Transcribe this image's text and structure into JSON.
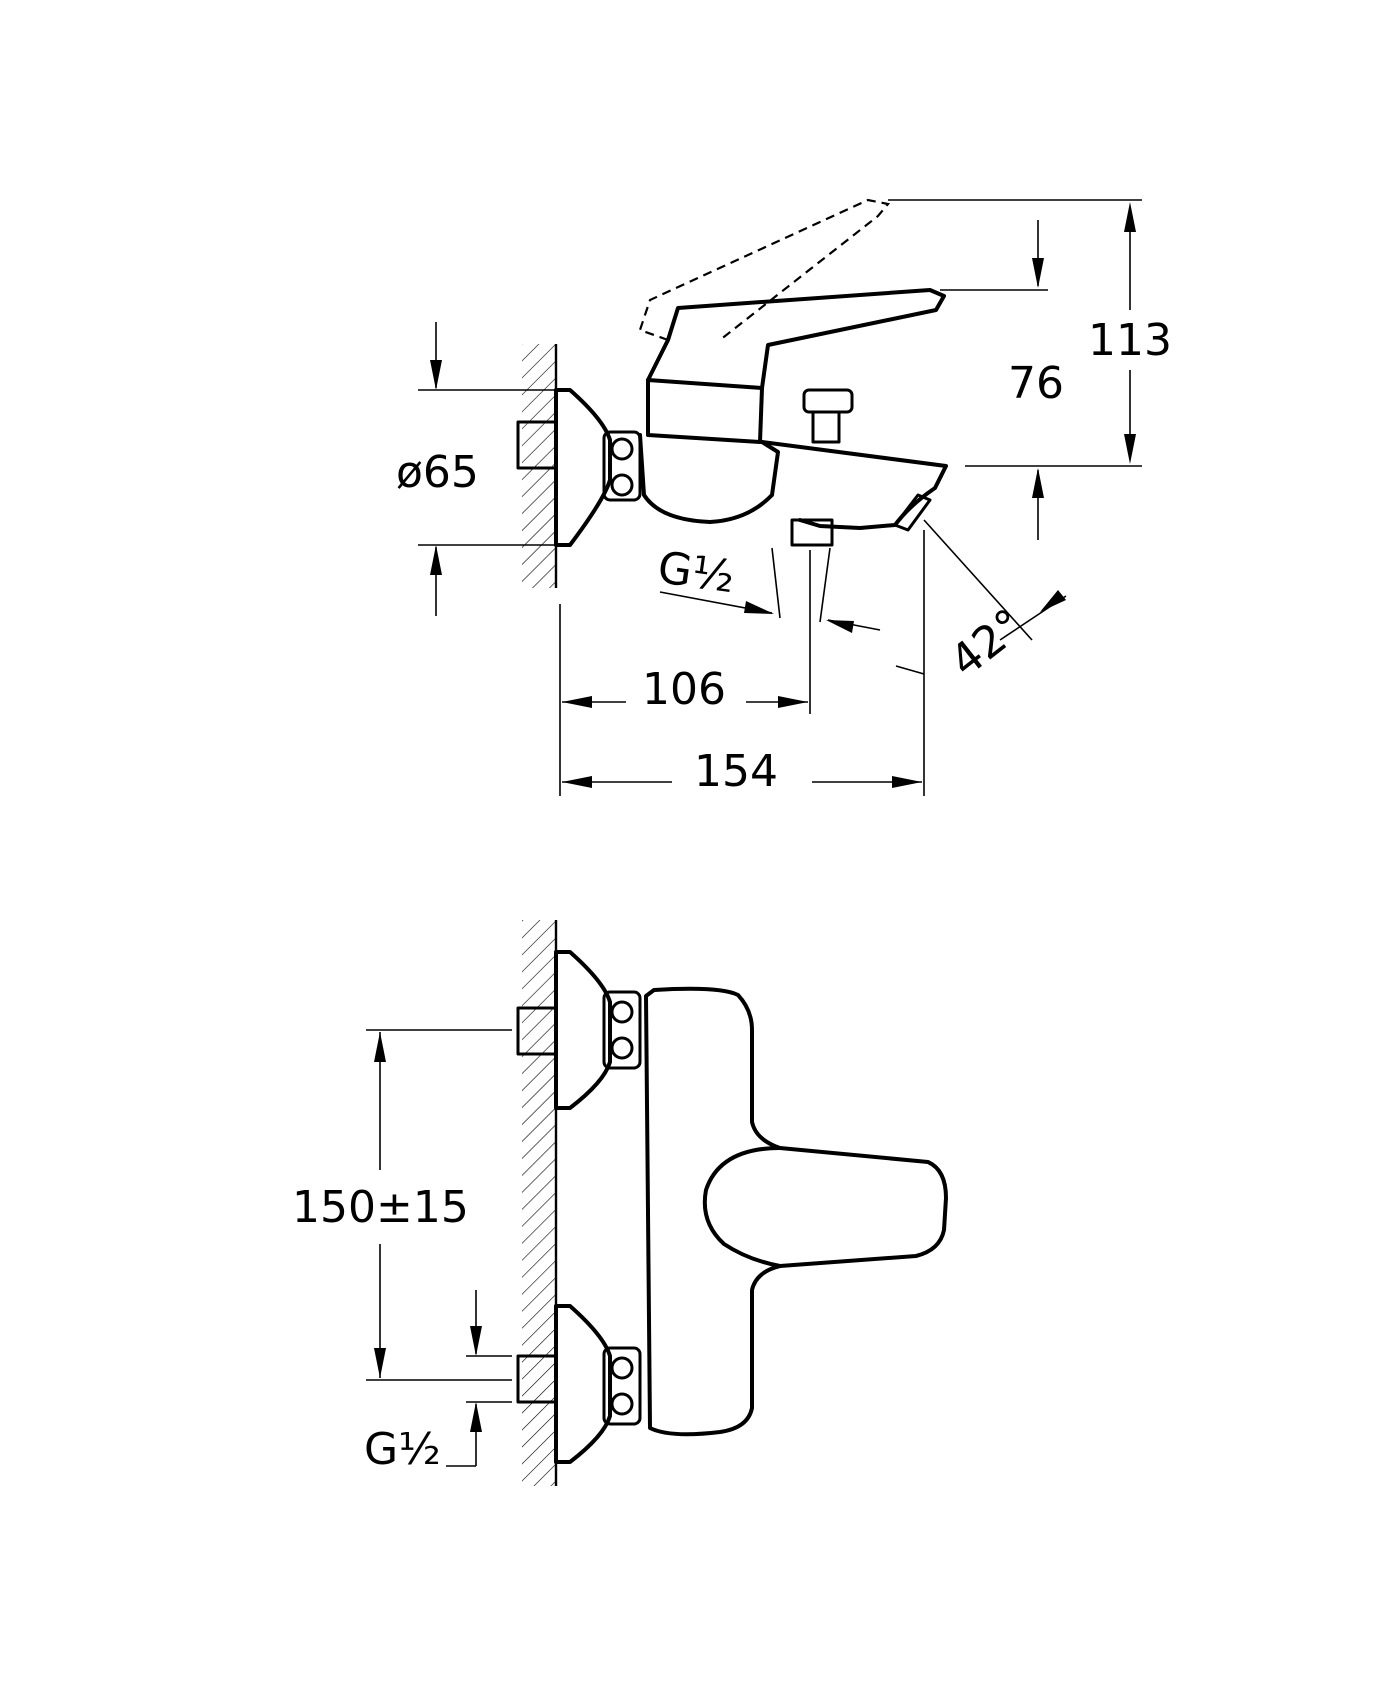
{
  "side_view": {
    "dim_height_total": "113",
    "dim_height_lever": "76",
    "dim_flange_diameter": "ø65",
    "dim_thread": "G½",
    "dim_angle": "42°",
    "dim_depth_spout": "106",
    "dim_depth_total": "154"
  },
  "front_view": {
    "dim_inlet_spacing": "150±15",
    "dim_thread": "G½"
  }
}
